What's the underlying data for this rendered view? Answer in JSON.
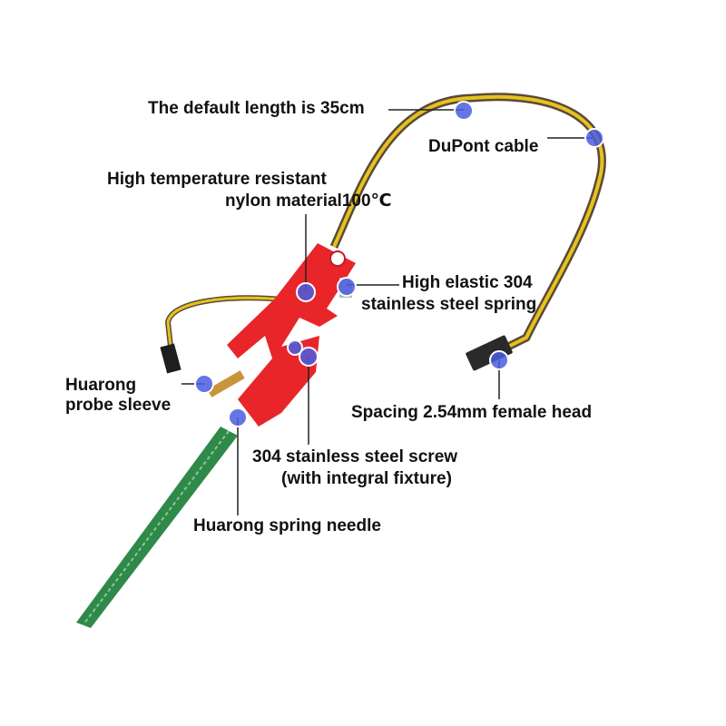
{
  "labels": {
    "default_length": "The default length is 35cm",
    "dupont_cable": "DuPont cable",
    "nylon_line1": "High temperature resistant",
    "nylon_line2": "nylon material100℃",
    "spring_line1": "High elastic 304",
    "spring_line2": "stainless steel spring",
    "sleeve_line1": "Huarong",
    "sleeve_line2": "probe sleeve",
    "female_head": "Spacing 2.54mm female head",
    "screw_line1": "304 stainless steel screw",
    "screw_line2": "(with integral fixture)",
    "spring_needle": "Huarong spring needle"
  },
  "colors": {
    "clip": "#e8262a",
    "pcb": "#2f8a4a",
    "marker": "#4a5de0",
    "cable_yellow": "#e6c21c"
  }
}
